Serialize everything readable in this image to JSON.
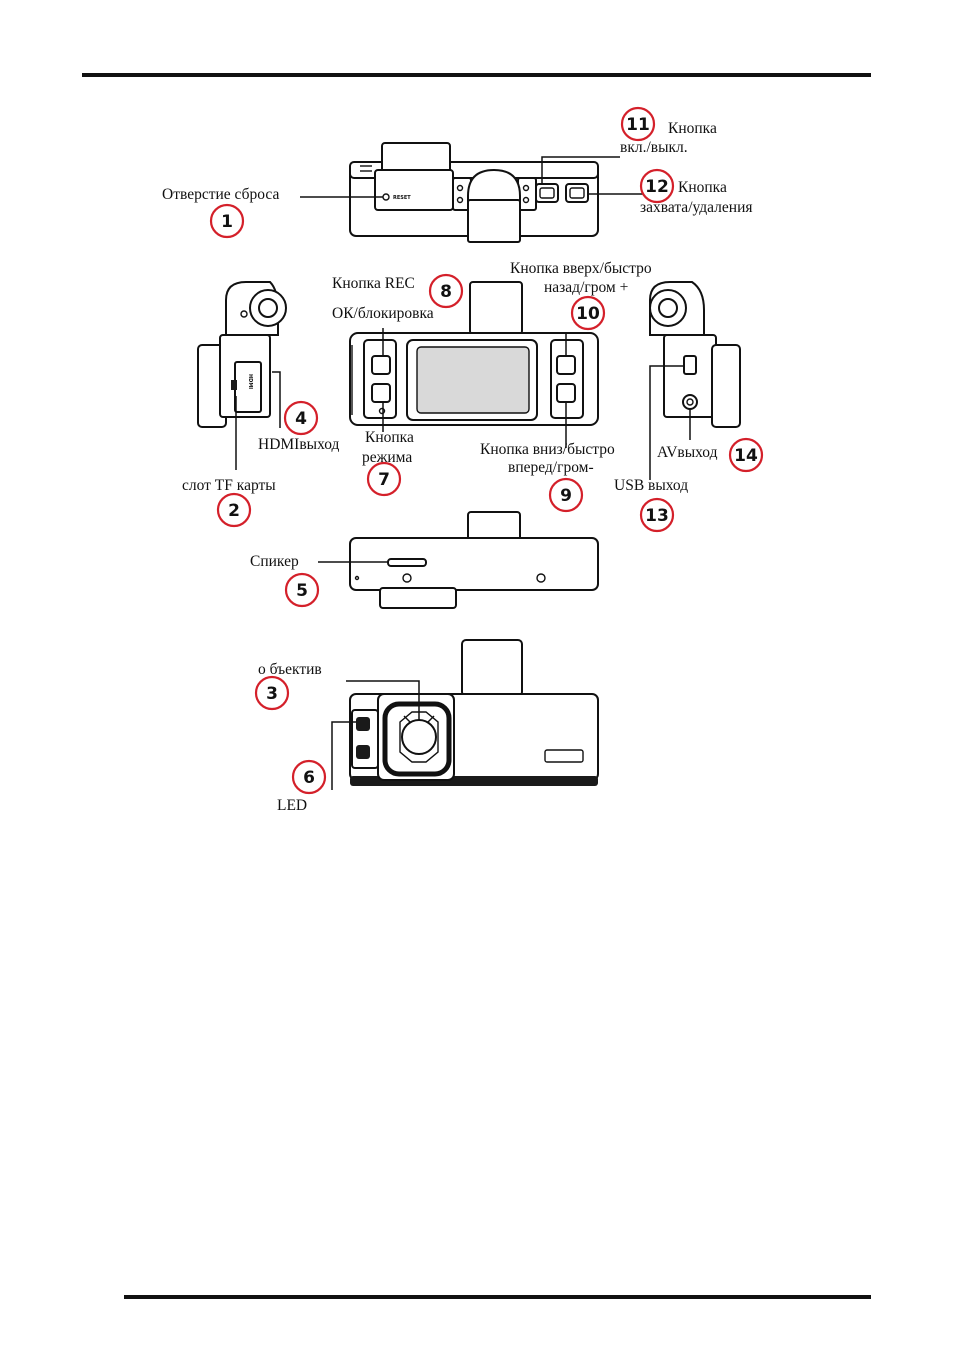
{
  "labels": {
    "reset_hole": "Отверстие сброса",
    "power_button_line1": "Кнопка",
    "power_button_line2": "вкл./выкл.",
    "capture_button_line1": "Кнопка",
    "capture_button_line2": "захвата/удаления",
    "rec_button": "Кнопка REC",
    "ok_lock": "ОК/блокировка",
    "up_button_line1": "Кнопка вверх/быстро",
    "up_button_line2": "назад/гром +",
    "hdmi_out": "HDMIвыход",
    "mode_button_line1": "Кнопка",
    "mode_button_line2": "режима",
    "down_button_line1": "Кнопка вниз/быстро",
    "down_button_line2": "вперед/гром-",
    "av_out": "AVвыход",
    "tf_slot": "слот TF карты",
    "usb_out": "USB выход",
    "speaker": "Спикер",
    "lens": "о бъектив",
    "led": "LED"
  },
  "markers": {
    "m1": "1",
    "m2": "2",
    "m3": "3",
    "m4": "4",
    "m5": "5",
    "m6": "6",
    "m7": "7",
    "m8": "8",
    "m9": "9",
    "m10": "10",
    "m11": "11",
    "m12": "12",
    "m13": "13",
    "m14": "14"
  },
  "device_marks": {
    "reset": "RESET",
    "hdmi": "HDMI"
  },
  "colors": {
    "marker_outline": "#d4202a",
    "ink": "#111111"
  }
}
